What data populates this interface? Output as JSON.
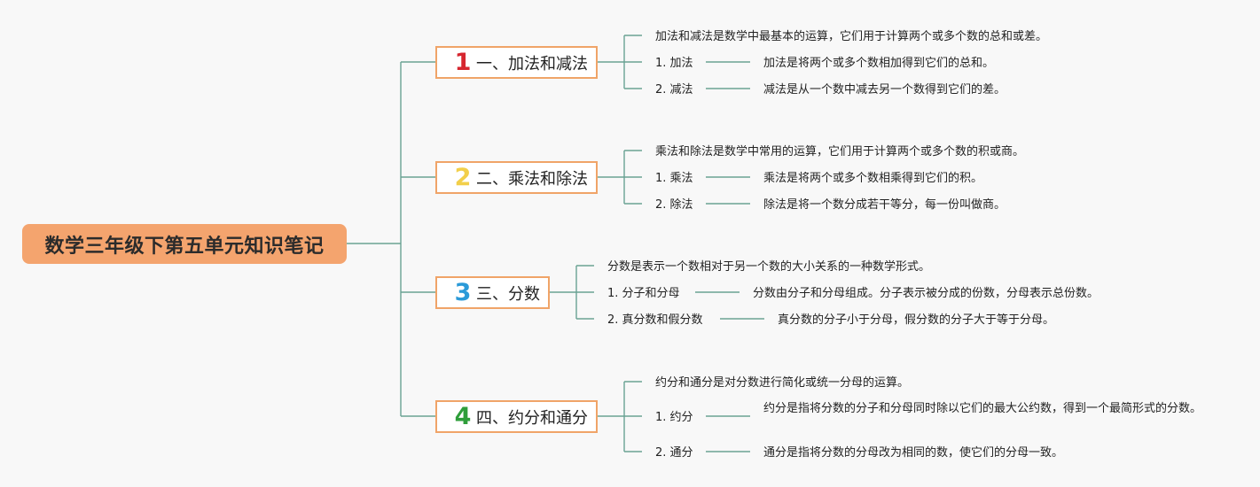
{
  "root": {
    "title": "数学三年级下第五单元知识笔记"
  },
  "colors": {
    "root_fill": "#f4a46e",
    "topic_border": "#f0a468",
    "connector": "#6aa293",
    "num1": "#d6262f",
    "num2": "#f2cf4a",
    "num3": "#2b9ad8",
    "num4": "#2f9e3b"
  },
  "topics": [
    {
      "number": "1",
      "label": "一、加法和减法",
      "intro": "加法和减法是数学中最基本的运算，它们用于计算两个或多个数的总和或差。",
      "items": [
        {
          "term": "1. 加法",
          "desc": "加法是将两个或多个数相加得到它们的总和。"
        },
        {
          "term": "2. 减法",
          "desc": "减法是从一个数中减去另一个数得到它们的差。"
        }
      ]
    },
    {
      "number": "2",
      "label": "二、乘法和除法",
      "intro": "乘法和除法是数学中常用的运算，它们用于计算两个或多个数的积或商。",
      "items": [
        {
          "term": "1. 乘法",
          "desc": "乘法是将两个或多个数相乘得到它们的积。"
        },
        {
          "term": "2. 除法",
          "desc": "除法是将一个数分成若干等分，每一份叫做商。"
        }
      ]
    },
    {
      "number": "3",
      "label": "三、分数",
      "intro": "分数是表示一个数相对于另一个数的大小关系的一种数学形式。",
      "items": [
        {
          "term": "1. 分子和分母",
          "desc": "分数由分子和分母组成。分子表示被分成的份数，分母表示总份数。"
        },
        {
          "term": "2. 真分数和假分数",
          "desc": "真分数的分子小于分母，假分数的分子大于等于分母。"
        }
      ]
    },
    {
      "number": "4",
      "label": "四、约分和通分",
      "intro": "约分和通分是对分数进行简化或统一分母的运算。",
      "items": [
        {
          "term": "1. 约分",
          "desc": "约分是指将分数的分子和分母同时除以它们的最大公约数，得到一个最简形式的分数。"
        },
        {
          "term": "2. 通分",
          "desc": "通分是指将分数的分母改为相同的数，使它们的分母一致。"
        }
      ]
    }
  ]
}
